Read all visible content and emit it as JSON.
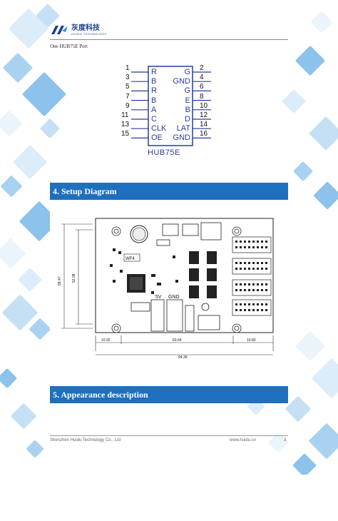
{
  "header": {
    "logo_cn": "灰度科技",
    "logo_en": "HUIDU TECHNOLOGY",
    "brand_color": "#1d3f8f"
  },
  "port_caption": "One HUB75E Port",
  "hub75e": {
    "name": "HUB75E",
    "left_numbers": [
      "1",
      "3",
      "5",
      "7",
      "9",
      "11",
      "13",
      "15"
    ],
    "left_labels": [
      "R",
      "B",
      "R",
      "B",
      "A",
      "C",
      "CLK",
      "OE"
    ],
    "right_numbers": [
      "2",
      "4",
      "6",
      "8",
      "10",
      "12",
      "14",
      "16"
    ],
    "right_labels": [
      "G",
      "GND",
      "G",
      "E",
      "B",
      "D",
      "LAT",
      "GND"
    ],
    "label_color": "#2a3c9c"
  },
  "sections": {
    "setup": "4.  Setup Diagram",
    "appearance": "5.  Appearance description",
    "banner_color": "#1e6fbe"
  },
  "diagram": {
    "dim_bottom_left": "10.92",
    "dim_bottom_mid": "63.64",
    "dim_bottom_right": "19.83",
    "dim_total": "94.39",
    "dim_left_outer": "58.47",
    "dim_left_inner": "52.08",
    "chip_label": "WF4",
    "label_5v": "5V",
    "label_gnd": "GND"
  },
  "footer": {
    "company": "Shenzhen Huidu Technology Co., Ltd",
    "website": "www.huidu.cn",
    "page": "3"
  }
}
